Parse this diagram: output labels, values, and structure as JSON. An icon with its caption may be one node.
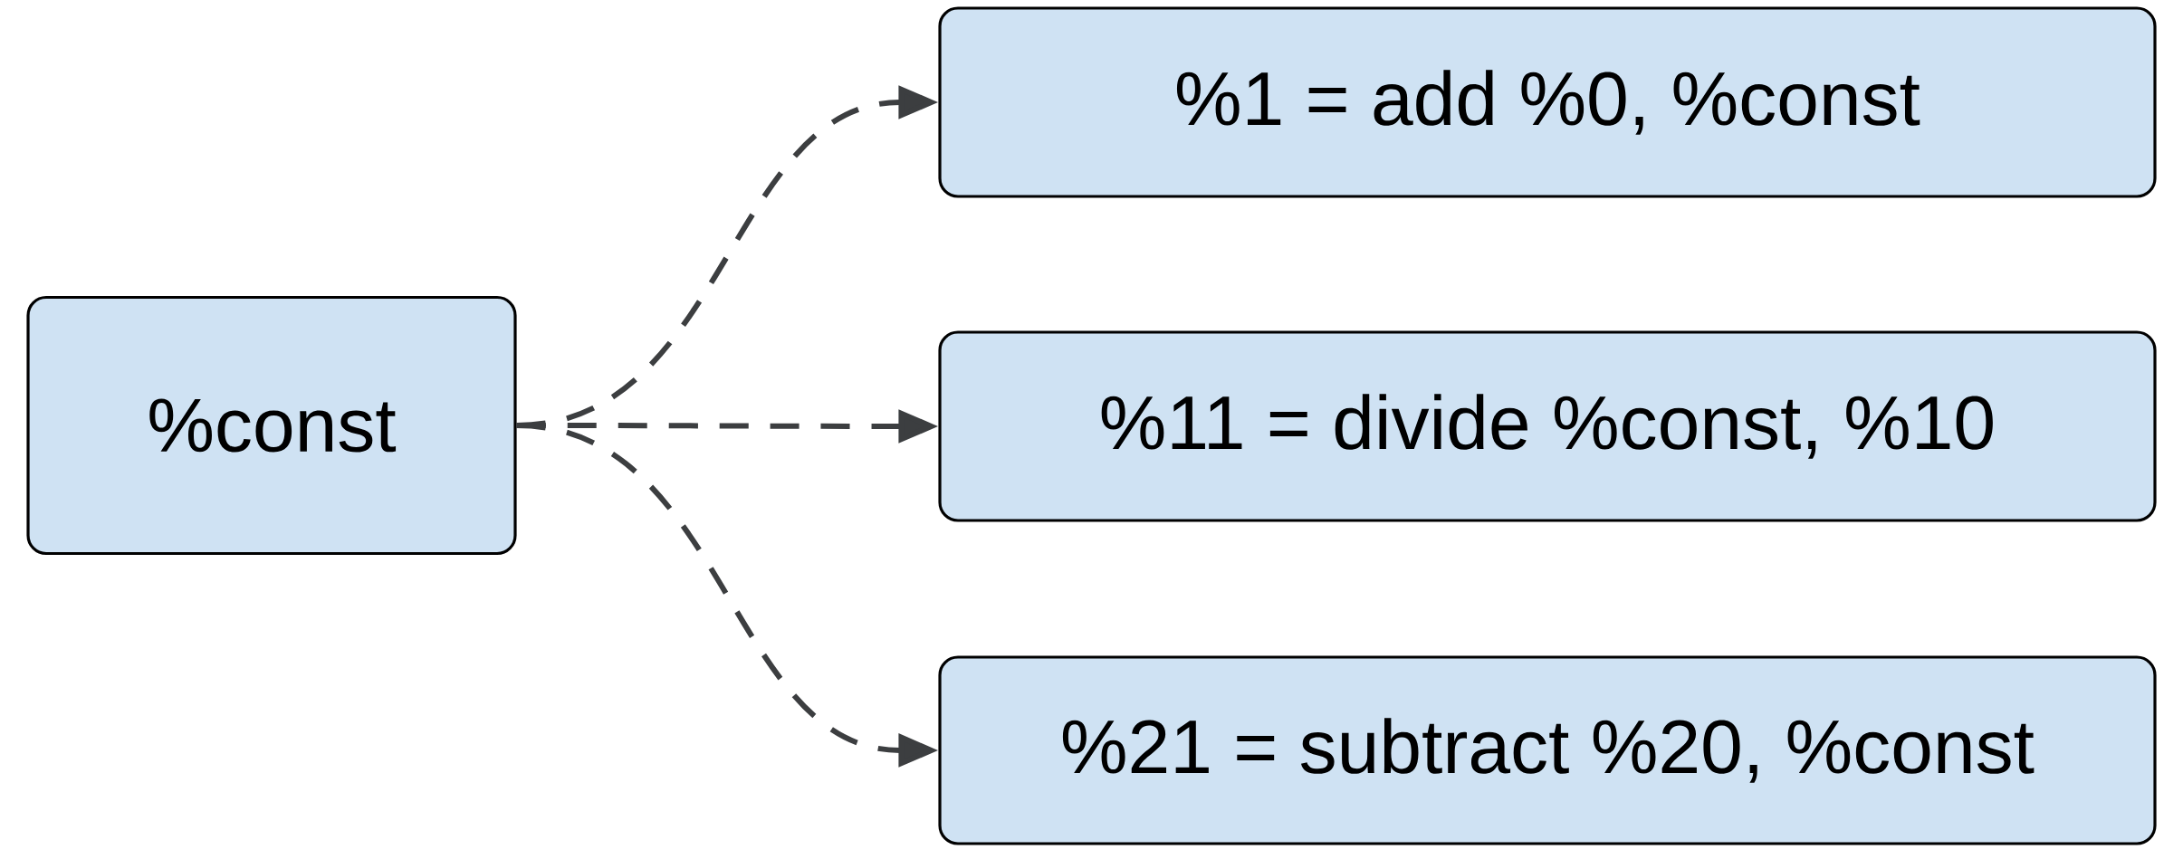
{
  "diagram": {
    "nodes": [
      {
        "text": [
          "%const"
        ]
      },
      {
        "text": [
          "%1 = add %0, %const"
        ]
      },
      {
        "text": [
          "%11 = divide %const, %10"
        ]
      },
      {
        "text": [
          "%21 = subtract %20, %const"
        ]
      }
    ],
    "edges": [
      {
        "from": 0,
        "to": 1,
        "arrow": "to",
        "style": "dashed"
      },
      {
        "from": 0,
        "to": 2,
        "arrow": "to",
        "style": "dashed"
      },
      {
        "from": 0,
        "to": 3,
        "arrow": "to",
        "style": "dashed"
      }
    ]
  }
}
